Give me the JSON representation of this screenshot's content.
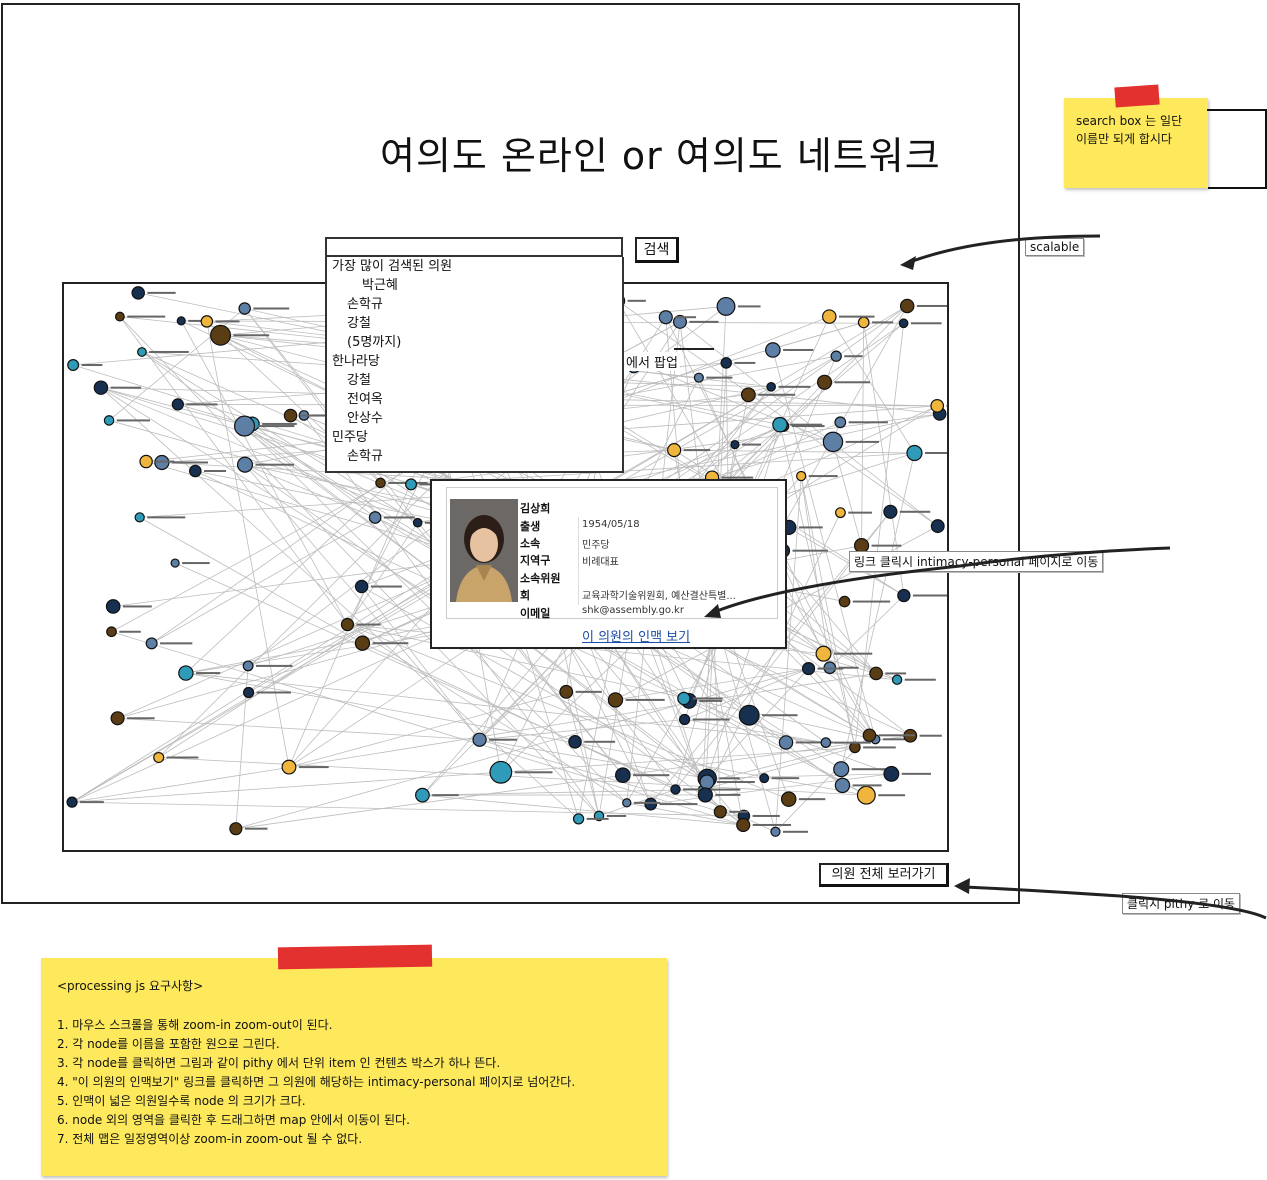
{
  "title": "여의도 온라인 or 여의도 네트워크",
  "search": {
    "button_label": "검색",
    "placeholder": ""
  },
  "dropdown": {
    "heading": "가장 많이 검색된 의원",
    "top_items": [
      "박근혜",
      "손학규",
      "강철",
      "(5명까지)"
    ],
    "groups": [
      {
        "name": "한나라당",
        "members": [
          "강철",
          "전여옥",
          "안상수"
        ]
      },
      {
        "name": "민주당",
        "members": [
          "손학규"
        ]
      }
    ]
  },
  "popup_note": "에서 팝업",
  "card": {
    "rows": [
      {
        "label": "김상희",
        "value": ""
      },
      {
        "label": "출생",
        "value": "1954/05/18"
      },
      {
        "label": "소속",
        "value": "민주당"
      },
      {
        "label": "지역구",
        "value": "비례대표"
      },
      {
        "label": "소속위원",
        "value": ""
      },
      {
        "label": "회",
        "value": "교육과학기술위원회, 예산결산특별..."
      },
      {
        "label": "이메일",
        "value": "shk@assembly.go.kr"
      }
    ],
    "link": "이 의원의 인맥 보기"
  },
  "all_members_button": "의원 전체 보러가기",
  "annotations": {
    "search_note": [
      "search box 는 일단",
      "이름만 되게 합시다"
    ],
    "scalable": "scalable",
    "link_click": "링크 클릭시 intimacy-personal 페이지로 이동",
    "click_pithy": "클릭시 pithy 로 이동"
  },
  "requirements": {
    "heading": "<processing js 요구사항>",
    "items": [
      "1. 마우스 스크롤을 통해 zoom-in zoom-out이 된다.",
      "2. 각 node를 이름을 포함한 원으로 그린다.",
      "3. 각 node를 클릭하면 그림과 같이 pithy 에서 단위 item 인 컨텐츠 박스가 하나 뜬다.",
      "4. \"이 의원의 인맥보기\" 링크를 클릭하면 그 의원에 해당하는 intimacy-personal 페이지로 넘어간다.",
      "5. 인맥이 넓은 의원일수록 node 의 크기가 크다.",
      "6. node 외의 영역을 클릭한 후 드래그하면 map 안에서 이동이 된다.",
      "7. 전체 맵은 일정영역이상 zoom-in zoom-out 될 수 없다."
    ]
  },
  "colors": {
    "node_teal": "#2f9bb8",
    "node_navy": "#17304f",
    "node_gold": "#f0b53c",
    "node_slate": "#5d7fa6",
    "node_brown": "#5a3d14",
    "note_yellow": "#fde95b",
    "tape_red": "#e2312f",
    "link_blue": "#1b4ea8"
  }
}
